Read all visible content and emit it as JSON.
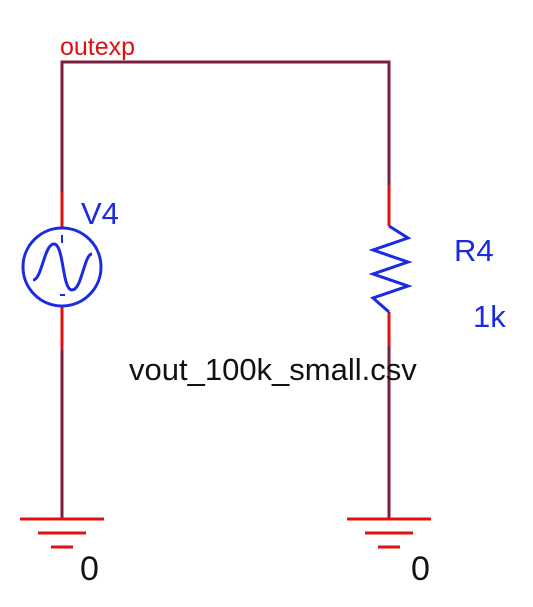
{
  "net_label": "outexp",
  "components": {
    "source": {
      "ref": "V4"
    },
    "resistor": {
      "ref": "R4",
      "value": "1k"
    }
  },
  "stimulus_file": "vout_100k_small.csv",
  "grounds": {
    "left": "0",
    "right": "0"
  },
  "colors": {
    "wire": "#7a1f3d",
    "pin": "#e01010",
    "part": "#1a2be0",
    "net_label": "#e01010",
    "text": "#111111",
    "ground": "#e01010"
  }
}
